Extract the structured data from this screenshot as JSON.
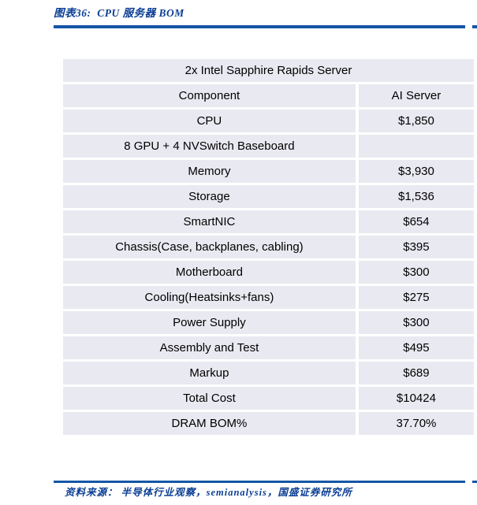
{
  "header": {
    "figure_label": "图表36:",
    "figure_title": "CPU 服务器 BOM",
    "accent_color": "#1556A6",
    "text_color": "#0B3E94"
  },
  "table": {
    "cell_background": "#E9E9F1",
    "span_row": "2x Intel Sapphire Rapids Server",
    "columns": {
      "component": "Component",
      "value": "AI Server"
    },
    "rows": [
      {
        "component": "CPU",
        "value": "$1,850"
      },
      {
        "component": "8 GPU + 4 NVSwitch Baseboard",
        "value": ""
      },
      {
        "component": "Memory",
        "value": "$3,930"
      },
      {
        "component": "Storage",
        "value": "$1,536"
      },
      {
        "component": "SmartNIC",
        "value": "$654"
      },
      {
        "component": "Chassis(Case, backplanes, cabling)",
        "value": "$395"
      },
      {
        "component": "Motherboard",
        "value": "$300"
      },
      {
        "component": "Cooling(Heatsinks+fans)",
        "value": "$275"
      },
      {
        "component": "Power Supply",
        "value": "$300"
      },
      {
        "component": "Assembly and Test",
        "value": "$495"
      },
      {
        "component": "Markup",
        "value": "$689"
      },
      {
        "component": "Total Cost",
        "value": "$10424"
      },
      {
        "component": "DRAM BOM%",
        "value": "37.70%"
      }
    ]
  },
  "footer": {
    "source_text": "资料来源： 半导体行业观察，semianalysis，国盛证券研究所"
  }
}
